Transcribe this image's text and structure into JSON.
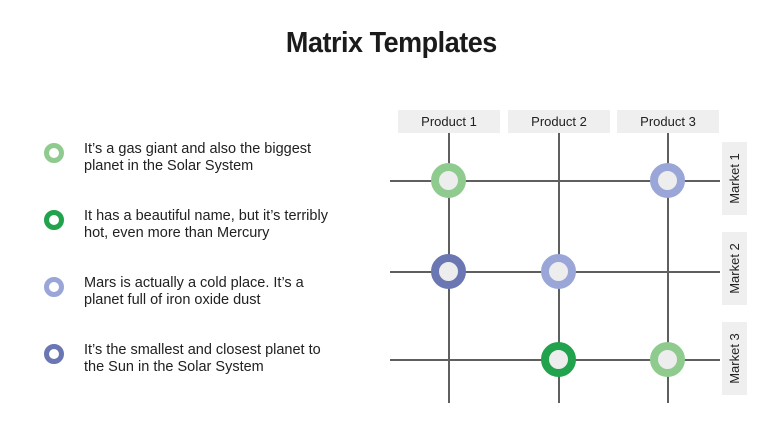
{
  "slide": {
    "title": "Matrix Templates"
  },
  "colors": {
    "green_light": "#8fcb8f",
    "green_dark": "#21a24c",
    "purple_light": "#9aa6d8",
    "purple_dark": "#6b77b2",
    "dot_center": "#ededed",
    "grid_line": "#5f5f5f",
    "label_bg": "#efefef",
    "text": "#212121"
  },
  "bullets": [
    {
      "icon": "ring-icon",
      "color_hex": "#8fcb8f",
      "line1": "It’s a gas giant and also the biggest",
      "line2": "planet in the Solar System"
    },
    {
      "icon": "ring-icon",
      "color_hex": "#21a24c",
      "line1": "It has a beautiful name, but it’s terribly",
      "line2": "hot, even more than Mercury"
    },
    {
      "icon": "ring-icon",
      "color_hex": "#9aa6d8",
      "line1": "Mars is actually a cold place. It’s a",
      "line2": "planet full of iron oxide dust"
    },
    {
      "icon": "ring-icon",
      "color_hex": "#6b77b2",
      "line1": "It’s the smallest and closest planet to",
      "line2": "the Sun in the Solar System"
    }
  ],
  "matrix": {
    "columns": [
      "Product 1",
      "Product 2",
      "Product 3"
    ],
    "rows": [
      "Market 1",
      "Market 2",
      "Market 3"
    ],
    "cells": [
      {
        "row": "Market 1",
        "column": "Product 1",
        "color_hex": "#8fcb8f"
      },
      {
        "row": "Market 1",
        "column": "Product 3",
        "color_hex": "#9aa6d8"
      },
      {
        "row": "Market 2",
        "column": "Product 1",
        "color_hex": "#6b77b2"
      },
      {
        "row": "Market 2",
        "column": "Product 2",
        "color_hex": "#9aa6d8"
      },
      {
        "row": "Market 3",
        "column": "Product 2",
        "color_hex": "#21a24c"
      },
      {
        "row": "Market 3",
        "column": "Product 3",
        "color_hex": "#8fcb8f"
      }
    ]
  }
}
